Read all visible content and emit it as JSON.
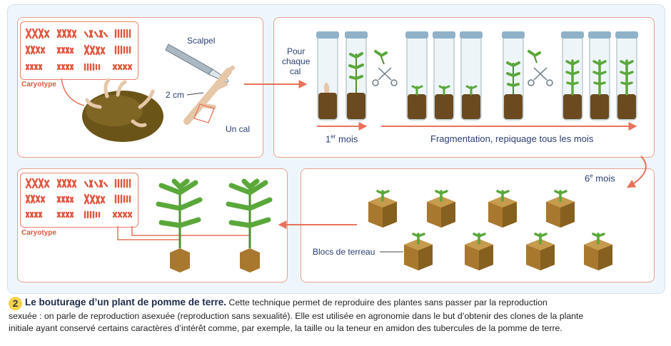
{
  "labels": {
    "caryotype_top": "Caryotype",
    "caryotype_bottom": "Caryotype",
    "scalpel": "Scalpel",
    "cm": "2 cm",
    "un_cal": "Un cal",
    "pour": "Pour",
    "chaque": "chaque",
    "cal": "cal",
    "mois1_num": "1",
    "mois1_sup": "er",
    "mois1_txt": " mois",
    "fragmentation": "Fragmentation, repiquage tous les mois",
    "mois6_num": "6",
    "mois6_sup": "e",
    "mois6_txt": " mois",
    "blocs": "Blocs de terreau"
  },
  "caption": {
    "number": "2",
    "title": "Le bouturage d’un plant de pomme de terre.",
    "line1": " Cette technique permet de reproduire des plantes sans passer par la reproduction",
    "line2": "sexuée : on parle de reproduction asexuée (reproduction sans sexualité). Elle est utilisée en agronomie dans le but d’obtenir des clones de la plante",
    "line3": "initiale ayant conservé certains caractères d’intérêt comme, par exemple, la taille ou la teneur en amidon des tubercules de la pomme de terre."
  },
  "colors": {
    "accent": "#e8725a",
    "label": "#2b3e73",
    "chromosome": "#e0573f",
    "soil": "#7a5a2a",
    "leaf": "#5aa83a"
  }
}
